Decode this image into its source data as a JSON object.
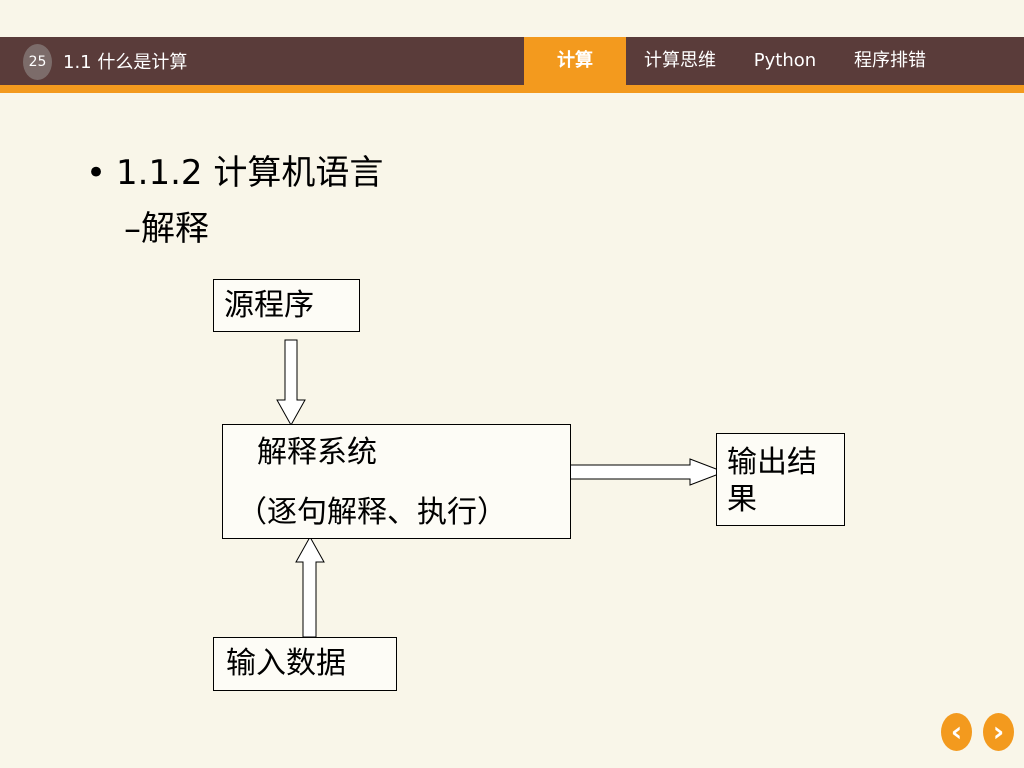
{
  "header": {
    "slide_number": "25",
    "section_title": "1.1 什么是计算",
    "tabs": [
      {
        "label": "计算",
        "active": true
      },
      {
        "label": "计算思维",
        "active": false
      },
      {
        "label": "Python",
        "active": false
      },
      {
        "label": "程序排错",
        "active": false
      }
    ]
  },
  "content": {
    "bullet": "1.1.2 计算机语言",
    "subbullet": "–解释"
  },
  "diagram": {
    "source": "源程序",
    "interpreter_line1": "解释系统",
    "interpreter_line2": "（逐句解释、执行）",
    "output_line1": "输出结",
    "output_line2": "果",
    "input": "输入数据"
  },
  "nav": {
    "prev": "‹",
    "next": "›"
  },
  "colors": {
    "topbar": "#5a3c3a",
    "accent": "#f39a1e",
    "background": "#f9f6e9"
  }
}
